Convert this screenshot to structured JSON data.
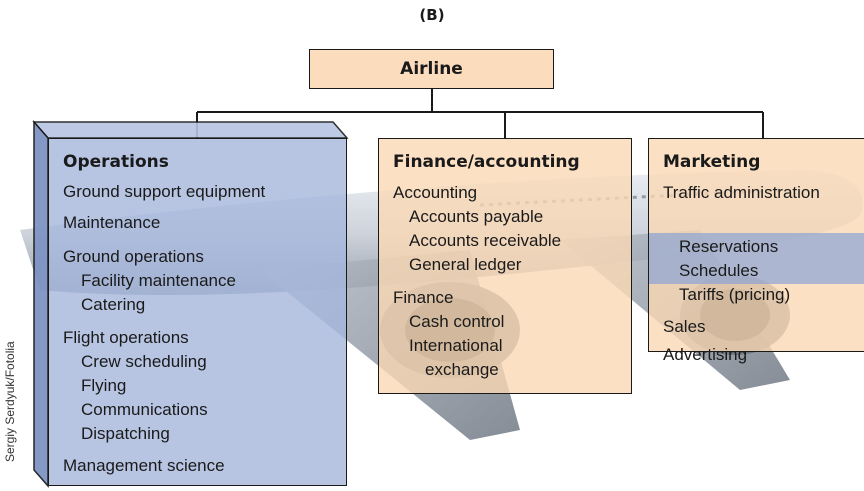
{
  "panel_label": "(B)",
  "root": {
    "label": "Airline"
  },
  "departments": {
    "operations": {
      "title": "Operations",
      "items": [
        "Ground support equipment",
        "Maintenance",
        "Ground operations",
        "Facility maintenance",
        "Catering",
        "Flight operations",
        "Crew scheduling",
        "Flying",
        "Communications",
        "Dispatching",
        "Management science"
      ]
    },
    "finance": {
      "title": "Finance/accounting",
      "items": [
        "Accounting",
        "Accounts payable",
        "Accounts receivable",
        "General ledger",
        "Finance",
        "Cash control",
        "International",
        "exchange"
      ]
    },
    "marketing": {
      "title": "Marketing",
      "items": [
        "Traffic administration",
        "Reservations",
        "Schedules",
        "Tariffs (pricing)",
        "Sales",
        "Advertising"
      ]
    }
  },
  "credit": "Sergiy Serdyuk/Fotolia",
  "colors": {
    "root_fill": "#fbdcbd",
    "operations_fill": "#a5b7dc",
    "finance_fill": "#fad8b4",
    "highlight_fill": "#82a0d7"
  }
}
